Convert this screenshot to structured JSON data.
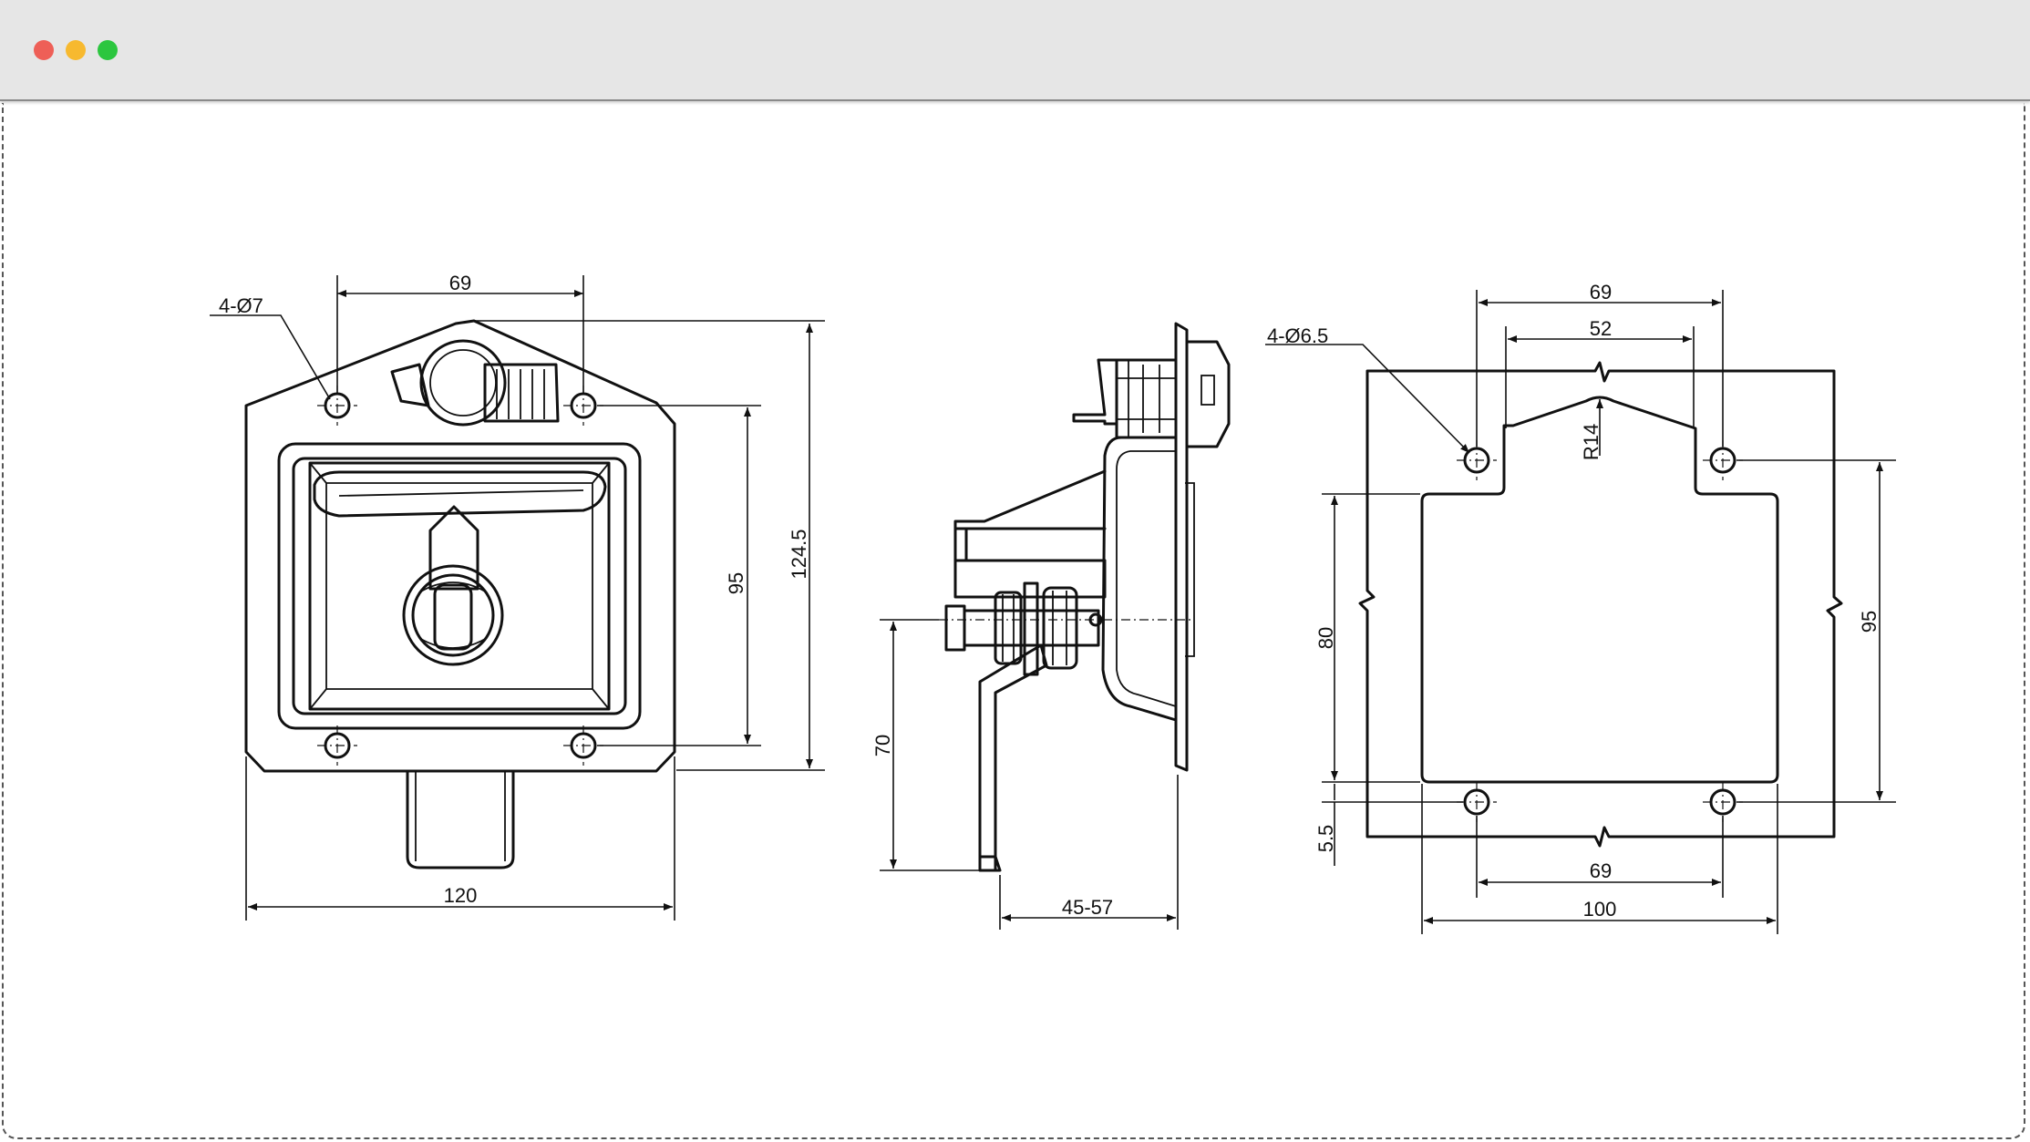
{
  "window": {
    "controls": {
      "close_color": "#ee5f57",
      "minimize_color": "#f7b92f",
      "maximize_color": "#2cc63f"
    }
  },
  "front_view": {
    "hole_label": "4-Ø7",
    "dim_top": "69",
    "dim_hole_vertical": "95",
    "dim_total_height": "124.5",
    "dim_width": "120"
  },
  "side_view": {
    "dim_stem": "70",
    "dim_grip_range": "45-57"
  },
  "cutout_view": {
    "hole_label": "4-Ø6.5",
    "dim_outer_top": "69",
    "dim_inner_top": "52",
    "dim_radius": "R14",
    "dim_cutout_height": "80",
    "dim_offset": "5.5",
    "dim_hole_vertical": "95",
    "dim_bottom_holes": "69",
    "dim_cutout_width": "100"
  }
}
